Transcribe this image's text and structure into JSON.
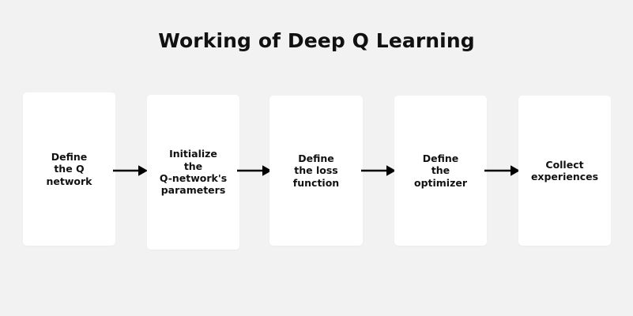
{
  "title": "Working of Deep Q Learning",
  "background_color": "#f2f2f2",
  "node_color": "#ffffff",
  "text_color": "#111111",
  "arrow_color": "#000000",
  "flow": {
    "nodes": [
      {
        "id": "define-q-network",
        "label": "Define\nthe Q\nnetwork"
      },
      {
        "id": "initialize-parameters",
        "label": "Initialize\nthe\nQ-network's\nparameters"
      },
      {
        "id": "define-loss-function",
        "label": "Define\nthe loss\nfunction"
      },
      {
        "id": "define-optimizer",
        "label": "Define\nthe\noptimizer"
      },
      {
        "id": "collect-experiences",
        "label": "Collect\nexperiences"
      }
    ],
    "arrows": [
      {
        "id": "arrow-1",
        "from": "define-q-network",
        "to": "initialize-parameters"
      },
      {
        "id": "arrow-2",
        "from": "initialize-parameters",
        "to": "define-loss-function"
      },
      {
        "id": "arrow-3",
        "from": "define-loss-function",
        "to": "define-optimizer"
      },
      {
        "id": "arrow-4",
        "from": "define-optimizer",
        "to": "collect-experiences"
      }
    ]
  }
}
